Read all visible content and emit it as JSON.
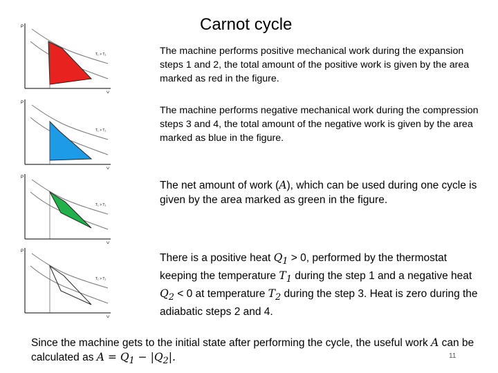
{
  "title": "Carnot cycle",
  "paragraphs": {
    "p1": "The machine performs positive mechanical work during the expansion steps 1 and 2, the total amount of the positive work is given by the area marked as red in the figure.",
    "p2": "The machine performs negative mechanical work during the compression steps 3 and 4, the total amount of the negative work is given by the area marked as blue in the figure.",
    "p3_a": "The net amount of work (",
    "p3_sym": "A",
    "p3_b": "), which can be used during one cycle is given by the area marked as green in the figure.",
    "p4_a": "There is a positive heat ",
    "p4_q1": "Q",
    "p4_q1sub": "1",
    "p4_b": " > 0, performed by the thermostat keeping the temperature ",
    "p4_t1": "T",
    "p4_t1sub": "1",
    "p4_c": " during the step 1 and a negative heat ",
    "p4_q2": "Q",
    "p4_q2sub": "2",
    "p4_d": " < 0 at temperature ",
    "p4_t2": "T",
    "p4_t2sub": "2",
    "p4_e": " during the step 3. Heat is zero during the adiabatic steps 2 and 4.",
    "p5_a": "Since the machine gets to the initial state after performing the cycle,  the useful work ",
    "p5_sym": "A",
    "p5_b": " can be calculated as ",
    "p5_eq": "A = Q",
    "p5_eqsub": "1",
    "p5_eq2": " − |Q",
    "p5_eqsub2": "2",
    "p5_eq3": "|."
  },
  "page_number": "11",
  "plots": {
    "axis_p": "P",
    "axis_v": "V",
    "label_t": "T₁ > T₂",
    "label_curve": "T",
    "colors": {
      "red": "#e8221f",
      "blue": "#1e9be6",
      "green": "#22b04a",
      "none": "none"
    }
  }
}
